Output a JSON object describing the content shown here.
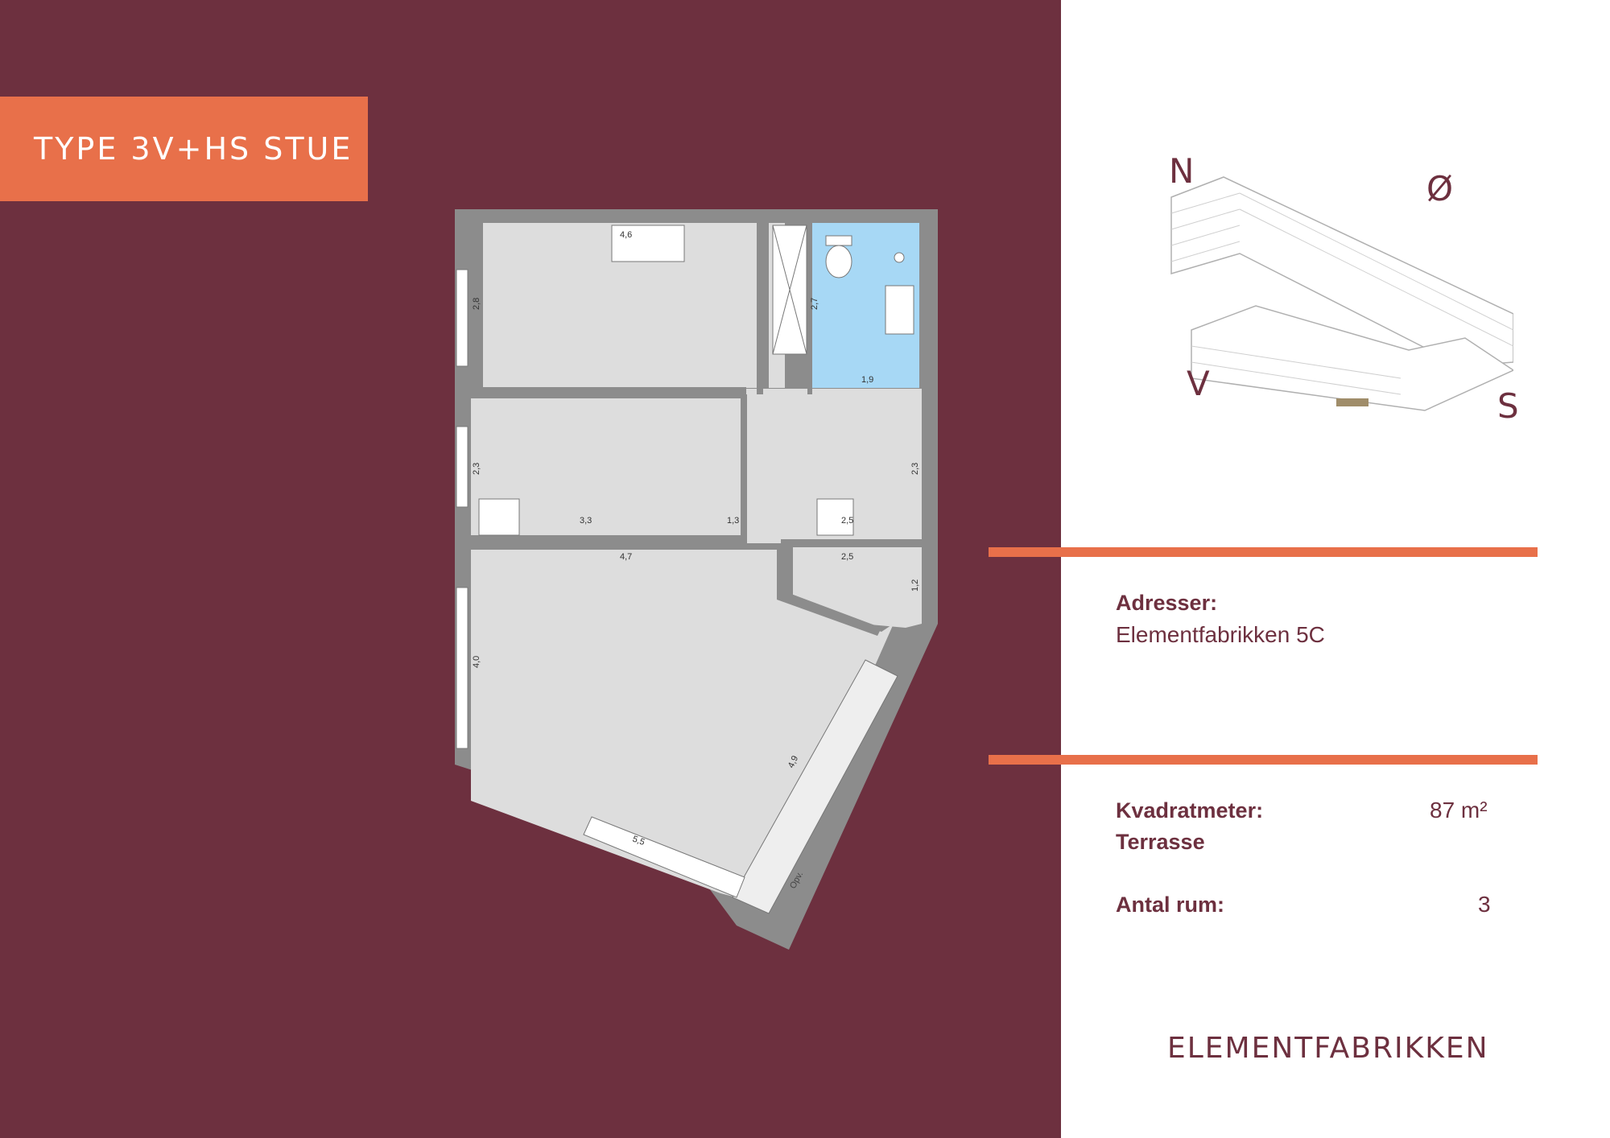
{
  "header": {
    "type_title": "TYPE 3V+HS STUE"
  },
  "floorplan": {
    "dimensions": [
      "4,6",
      "2,8",
      "2,7",
      "1,9",
      "2,3",
      "2,3",
      "3,3",
      "1,3",
      "2,5",
      "4,7",
      "2,5",
      "1,2",
      "4,0",
      "4,9",
      "5,5"
    ],
    "fridge_label": "Opv."
  },
  "compass": {
    "n": "N",
    "o": "Ø",
    "v": "V",
    "s": "S"
  },
  "info": {
    "address_label": "Adresser:",
    "address_value": "Elementfabrikken 5C",
    "sqm_label": "Kvadratmeter:",
    "sqm_value": "87 m²",
    "terrace_label": "Terrasse",
    "rooms_label": "Antal rum:",
    "rooms_value": "3"
  },
  "brand": "ELEMENTFABRIKKEN",
  "colors": {
    "bordeaux": "#6d303f",
    "accent": "#e8704a",
    "bathroom": "#a7d8f5",
    "floor": "#dddddd",
    "wall": "#8c8c8c"
  }
}
